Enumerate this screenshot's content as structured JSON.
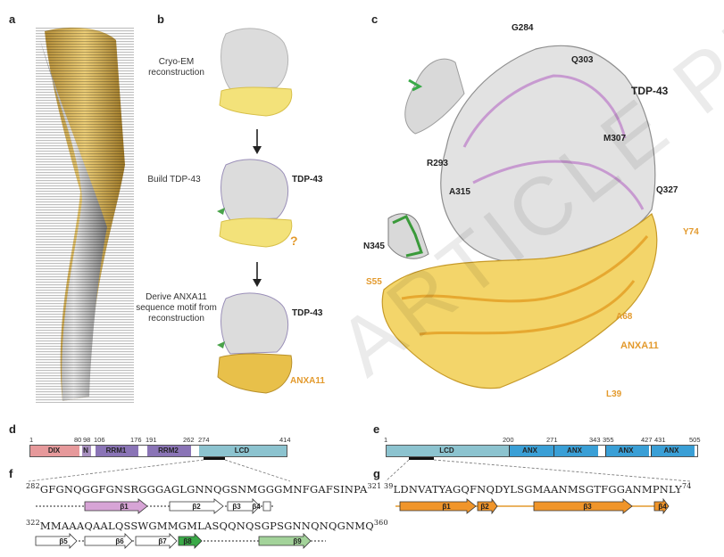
{
  "panels": {
    "a": "a",
    "b": "b",
    "c": "c",
    "d": "d",
    "e": "e",
    "f": "f",
    "g": "g"
  },
  "workflow": {
    "step1": "Cryo-EM reconstruction",
    "step2": "Build TDP-43",
    "step3": "Derive ANXA11 sequence motif from reconstruction",
    "tdp_label_1": "TDP-43",
    "tdp_label_2": "TDP-43",
    "question": "?",
    "anxa_label": "ANXA11"
  },
  "density_map": {
    "tdp_title": "TDP-43",
    "anxa_title": "ANXA11",
    "residues_tdp": [
      "G284",
      "Q303",
      "R293",
      "M307",
      "A315",
      "Q327",
      "N345"
    ],
    "residues_anxa": [
      "Y74",
      "S55",
      "A68",
      "L39"
    ]
  },
  "tdp_domains": {
    "positions": [
      "1",
      "80",
      "98",
      "106",
      "176",
      "191",
      "262",
      "274",
      "414"
    ],
    "labels": [
      "DIX",
      "N",
      "RRM1",
      "RRM2",
      "LCD"
    ],
    "colors": {
      "dix": "#e6999b",
      "n": "#a78fbf",
      "rrm": "#8a74b6",
      "lcd": "#8cc3cf"
    }
  },
  "anxa_domains": {
    "positions": [
      "1",
      "200",
      "271",
      "343",
      "355",
      "427",
      "431",
      "505"
    ],
    "labels": [
      "LCD",
      "ANX",
      "ANX",
      "ANX",
      "ANX"
    ],
    "colors": {
      "lcd": "#8cc3cf",
      "anx": "#3a9fd6"
    }
  },
  "seq_f1": {
    "start": "282",
    "seq": "GFGNQGGFGNSRGGGAGLGNNQGSNMGGGMNFGAFSINPA",
    "end": "321"
  },
  "seq_f2": {
    "start": "322",
    "seq": "MMAAAQAALQSSWGMMGMLASQQNQSGPSGNNQNQGNMQ",
    "end": "360"
  },
  "strands_f": [
    "β1",
    "β2",
    "β3",
    "β4",
    "β5",
    "β6",
    "β7",
    "β8",
    "β9"
  ],
  "seq_g": {
    "start": "39",
    "seq": "LDNVATYAGQFNQDYLSGMAANMSGTFGGANMPNLY",
    "end": "74"
  },
  "strands_g": [
    "β1",
    "β2",
    "β3",
    "β4"
  ],
  "watermark": "ARTICLE PREVIEW"
}
